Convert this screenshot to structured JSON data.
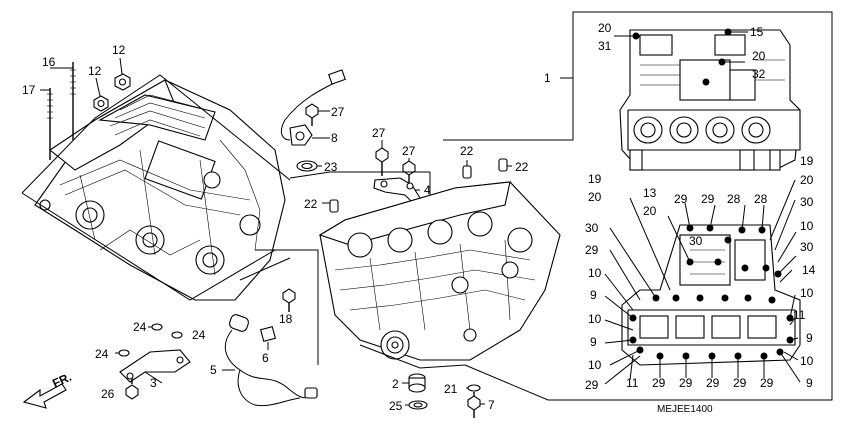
{
  "diagram_code": "MEJEE1400",
  "direction_label": "FR.",
  "callouts": [
    {
      "id": "c1",
      "text": "1"
    },
    {
      "id": "c2",
      "text": "2"
    },
    {
      "id": "c3",
      "text": "3"
    },
    {
      "id": "c4",
      "text": "4"
    },
    {
      "id": "c5",
      "text": "5"
    },
    {
      "id": "c6",
      "text": "6"
    },
    {
      "id": "c7",
      "text": "7"
    },
    {
      "id": "c8",
      "text": "8"
    },
    {
      "id": "c9a",
      "text": "9"
    },
    {
      "id": "c9b",
      "text": "9"
    },
    {
      "id": "c9c",
      "text": "9"
    },
    {
      "id": "c9d",
      "text": "9"
    },
    {
      "id": "c10a",
      "text": "10"
    },
    {
      "id": "c10b",
      "text": "10"
    },
    {
      "id": "c10c",
      "text": "10"
    },
    {
      "id": "c10d",
      "text": "10"
    },
    {
      "id": "c10e",
      "text": "10"
    },
    {
      "id": "c10f",
      "text": "10"
    },
    {
      "id": "c11a",
      "text": "11"
    },
    {
      "id": "c11b",
      "text": "11"
    },
    {
      "id": "c12a",
      "text": "12"
    },
    {
      "id": "c12b",
      "text": "12"
    },
    {
      "id": "c13",
      "text": "13"
    },
    {
      "id": "c14",
      "text": "14"
    },
    {
      "id": "c15",
      "text": "15"
    },
    {
      "id": "c16",
      "text": "16"
    },
    {
      "id": "c17",
      "text": "17"
    },
    {
      "id": "c18",
      "text": "18"
    },
    {
      "id": "c19a",
      "text": "19"
    },
    {
      "id": "c19b",
      "text": "19"
    },
    {
      "id": "c20a",
      "text": "20"
    },
    {
      "id": "c20b",
      "text": "20"
    },
    {
      "id": "c20c",
      "text": "20"
    },
    {
      "id": "c20d",
      "text": "20"
    },
    {
      "id": "c20e",
      "text": "20"
    },
    {
      "id": "c21",
      "text": "21"
    },
    {
      "id": "c22a",
      "text": "22"
    },
    {
      "id": "c22b",
      "text": "22"
    },
    {
      "id": "c22c",
      "text": "22"
    },
    {
      "id": "c23",
      "text": "23"
    },
    {
      "id": "c24a",
      "text": "24"
    },
    {
      "id": "c24b",
      "text": "24"
    },
    {
      "id": "c24c",
      "text": "24"
    },
    {
      "id": "c25",
      "text": "25"
    },
    {
      "id": "c26",
      "text": "26"
    },
    {
      "id": "c27a",
      "text": "27"
    },
    {
      "id": "c27b",
      "text": "27"
    },
    {
      "id": "c27c",
      "text": "27"
    },
    {
      "id": "c28a",
      "text": "28"
    },
    {
      "id": "c28b",
      "text": "28"
    },
    {
      "id": "c29a",
      "text": "29"
    },
    {
      "id": "c29b",
      "text": "29"
    },
    {
      "id": "c29c",
      "text": "29"
    },
    {
      "id": "c29d",
      "text": "29"
    },
    {
      "id": "c29e",
      "text": "29"
    },
    {
      "id": "c29f",
      "text": "29"
    },
    {
      "id": "c29g",
      "text": "29"
    },
    {
      "id": "c29h",
      "text": "29"
    },
    {
      "id": "c29i",
      "text": "29"
    },
    {
      "id": "c30a",
      "text": "30"
    },
    {
      "id": "c30b",
      "text": "30"
    },
    {
      "id": "c30c",
      "text": "30"
    },
    {
      "id": "c30d",
      "text": "30"
    },
    {
      "id": "c31",
      "text": "31"
    },
    {
      "id": "c32",
      "text": "32"
    }
  ]
}
